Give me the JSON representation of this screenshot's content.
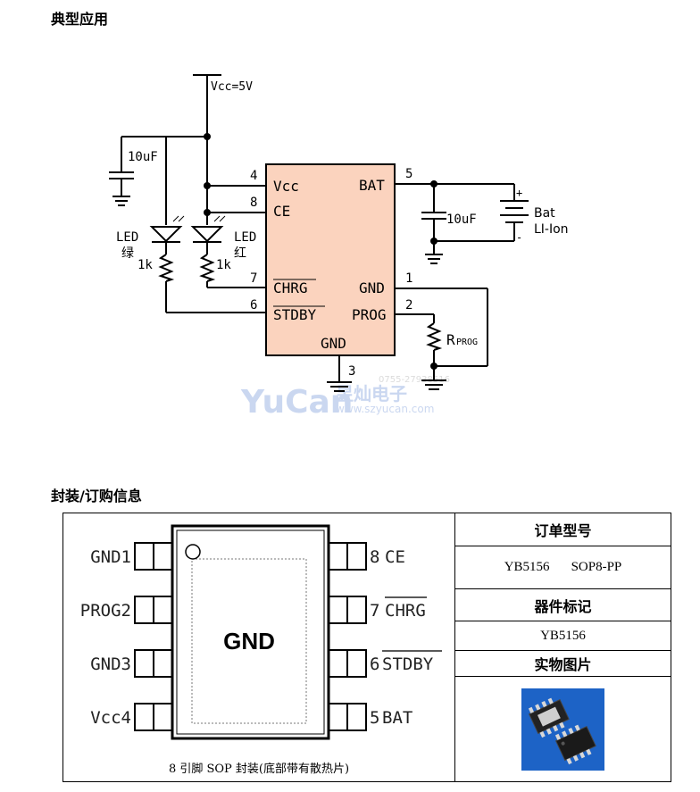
{
  "section_titles": {
    "typical_app": "典型应用",
    "package_order": "封装/订购信息"
  },
  "schematic": {
    "vcc_label": "Vcc=5V",
    "cap_left": "10uF",
    "cap_right": "10uF",
    "led_green": [
      "LED",
      "绿"
    ],
    "led_red": [
      "LED",
      "红"
    ],
    "res1": "1k",
    "res2": "1k",
    "pins": {
      "p4": "4",
      "p8": "8",
      "p7": "7",
      "p6": "6",
      "p5": "5",
      "p1": "1",
      "p2": "2",
      "p3": "3"
    },
    "chip_labels": {
      "vcc": "Vcc",
      "ce": "CE",
      "chrg": "CHRG",
      "stdby": "STDBY",
      "bat": "BAT",
      "gnd_r": "GND",
      "prog": "PROG",
      "gnd_b": "GND"
    },
    "battery": [
      "Bat",
      "LI-Ion"
    ],
    "battery_signs": [
      "+",
      "-"
    ],
    "rprog": [
      "R",
      "PROG"
    ],
    "watermark": {
      "brand": "YuCan",
      "cn": "昱灿电子",
      "phone": "0755-27938516",
      "url": "www.szyucan.com"
    }
  },
  "package": {
    "left_pins": [
      "GND1",
      "PROG2",
      "GND3",
      "Vcc4"
    ],
    "right_pins": [
      {
        "num": "8",
        "name": "CE"
      },
      {
        "num": "7",
        "name": "CHRG"
      },
      {
        "num": "6",
        "name": "STDBY"
      },
      {
        "num": "5",
        "name": "BAT"
      }
    ],
    "pad_label": "GND",
    "caption": "8 引脚 SOP 封装(底部带有散热片)"
  },
  "order_info": {
    "order_header": "订单型号",
    "order_part": "YB5156",
    "order_package": "SOP8-PP",
    "marking_header": "器件标记",
    "marking_value": "YB5156",
    "photo_header": "实物图片"
  }
}
